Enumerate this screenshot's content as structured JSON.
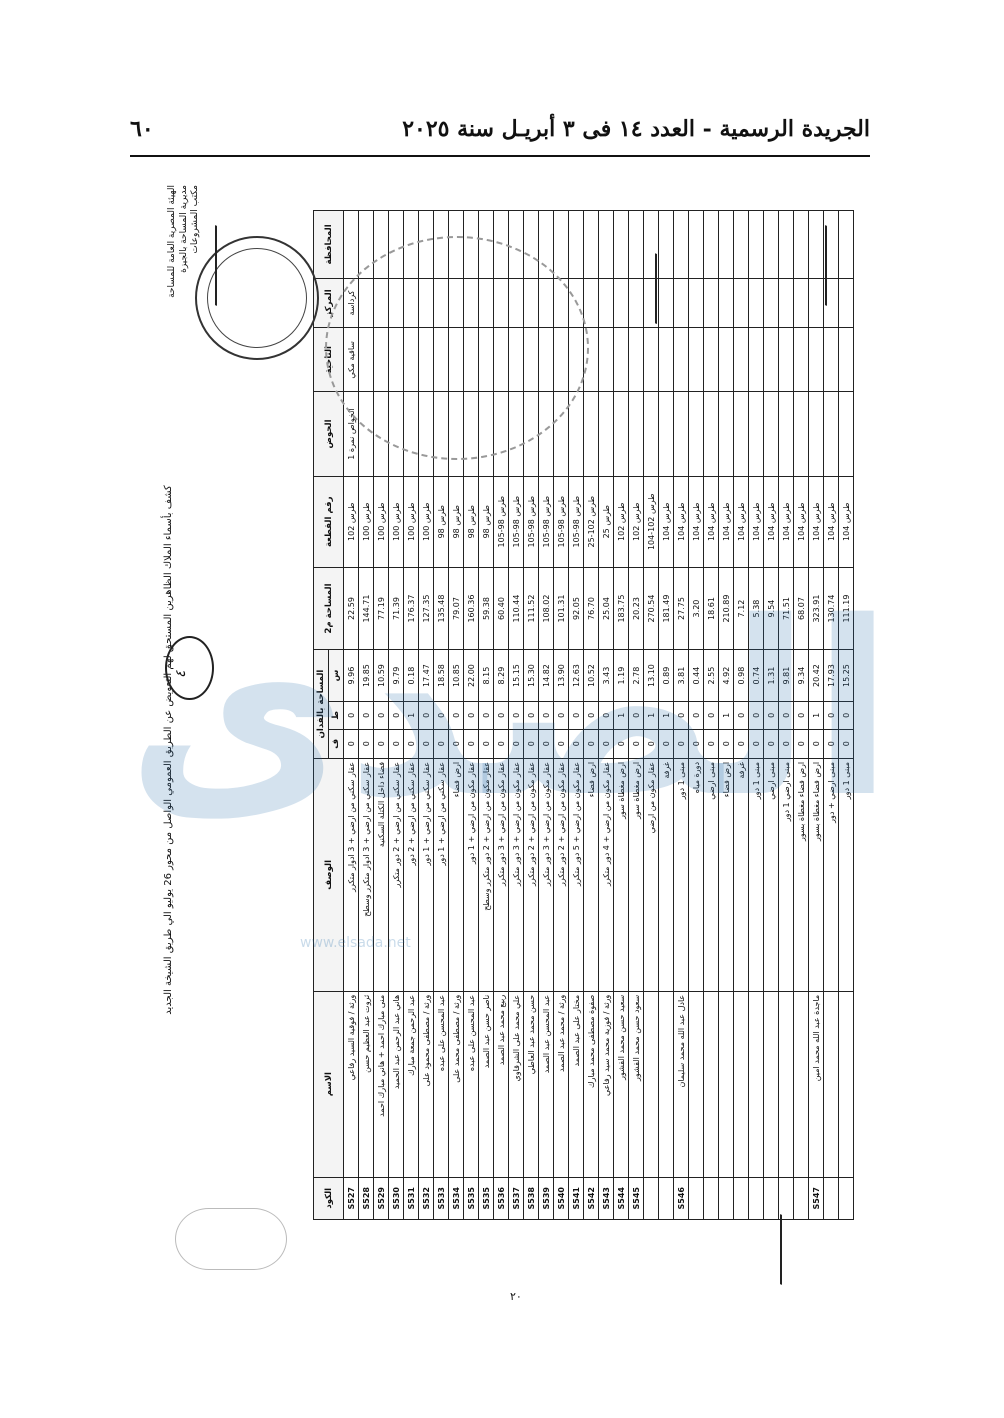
{
  "page_header": {
    "page_number": "٦٠",
    "title": "الجريدة الرسمية - العدد ١٤ فى ٣ أبريـل سنة ٢٠٢٥"
  },
  "sheet": {
    "title": "كشف بأسماء الملاك الظاهرين المستحق لهم التعويض عن الطريق العمومي الواصل من محور 26 يوليو الي طريق الشيخة الجديد",
    "authority": [
      "الهيئة المصرية العامة للمساحة",
      "مديرية المساحة بالجيزة",
      "مكتب المشروعات"
    ],
    "handwritten_number": "٤"
  },
  "table": {
    "headers": {
      "governorate": "المحافظة",
      "markaz": "المركز",
      "village": "الناحية",
      "basin": "الحوض",
      "plot": "رقم القطعة",
      "area_m2": "المساحة م2",
      "area_feddan_header": "المساحة بالفدان",
      "sahm": "س",
      "qirat": "ط",
      "feddan": "ف",
      "description": "الوصف",
      "name": "الاسم",
      "code": "الكود"
    },
    "location": {
      "markaz": "كرداسة",
      "village": "ساقية مكي",
      "basin": "الخواص نمرة 1"
    },
    "rows": [
      {
        "code": "S527",
        "name": "ورثة / فوقية السيد رفاعي",
        "description": "عقار سكني من ارضي + 3 ادوار متكرر",
        "plot": "طرس 102",
        "area": "22.59",
        "sahm": "9.96",
        "qirat": "0",
        "feddan": "0"
      },
      {
        "code": "S528",
        "name": "ثروت عبد العظيم حسن",
        "description": "عقار سكني من ارضي + 3 ادوار متكرر وسطح",
        "plot": "طرس 100",
        "area": "144.71",
        "sahm": "19.85",
        "qirat": "0",
        "feddan": "0"
      },
      {
        "code": "S529",
        "name": "منى مبارك احمد + هاني مبارك احمد",
        "description": "فضاء داخل الكتلة السكنية",
        "plot": "طرس 100",
        "area": "77.19",
        "sahm": "10.59",
        "qirat": "0",
        "feddan": "0"
      },
      {
        "code": "S530",
        "name": "هاني عبد الرحمن عبد الحميد",
        "description": "عقار سكني من ارضي + 2 دور متكرر",
        "plot": "طرس 100",
        "area": "71.39",
        "sahm": "9.79",
        "qirat": "0",
        "feddan": "0"
      },
      {
        "code": "S531",
        "name": "عبد الرحمن جمعة مبارك",
        "description": "عقار سكني من ارضي + 2 دور",
        "plot": "طرس 100",
        "area": "176.37",
        "sahm": "0.18",
        "qirat": "1",
        "feddan": "0"
      },
      {
        "code": "S532",
        "name": "ورثة / مصطفى محمود على",
        "description": "عقار سكني من ارضي + 1 دور",
        "plot": "طرس 100",
        "area": "127.35",
        "sahm": "17.47",
        "qirat": "0",
        "feddan": "0"
      },
      {
        "code": "S533",
        "name": "عبد المحسن على عبده",
        "description": "عقار سكني من ارضي + 1 دور",
        "plot": "طرس 98",
        "area": "135.48",
        "sahm": "18.58",
        "qirat": "0",
        "feddan": "0"
      },
      {
        "code": "S534",
        "name": "ورثة / مصطفى محمد على",
        "description": "ارض فضاء",
        "plot": "طرس 98",
        "area": "79.07",
        "sahm": "10.85",
        "qirat": "0",
        "feddan": "0"
      },
      {
        "code": "S535",
        "name": "عبد المحسن على عبده",
        "description": "عقار مكون من ارضي + 1 دور",
        "plot": "طرس 98",
        "area": "160.36",
        "sahm": "22.00",
        "qirat": "0",
        "feddan": "0"
      },
      {
        "code": "S535",
        "name": "ناصر حسن عبد الصمد",
        "description": "عقار مكون من ارضي + 2 دور متكرر وسطح",
        "plot": "طرس 98",
        "area": "59.38",
        "sahm": "8.15",
        "qirat": "0",
        "feddan": "0"
      },
      {
        "code": "S536",
        "name": "ربيع محمد عبد الصمد",
        "description": "عقار مكون من ارضي + 3 دور متكرر",
        "plot": "طرس 98-105",
        "area": "60.40",
        "sahm": "8.29",
        "qirat": "0",
        "feddan": "0"
      },
      {
        "code": "S537",
        "name": "علي محمد على الشرقاوي",
        "description": "عقار مكون من ارضي + 3 دور متكرر",
        "plot": "طرس 98-105",
        "area": "110.44",
        "sahm": "15.15",
        "qirat": "0",
        "feddan": "0"
      },
      {
        "code": "S538",
        "name": "حسن محمد عبد العاطي",
        "description": "عقار مكون من ارضي + 2 دور متكرر",
        "plot": "طرس 98-105",
        "area": "111.52",
        "sahm": "15.30",
        "qirat": "0",
        "feddan": "0"
      },
      {
        "code": "S539",
        "name": "عبد المحسن عبد الصمد",
        "description": "عقار مكون من ارضي + 3 دور متكرر",
        "plot": "طرس 98-105",
        "area": "108.02",
        "sahm": "14.82",
        "qirat": "0",
        "feddan": "0"
      },
      {
        "code": "S540",
        "name": "ورثة / محمد عبد الصمد",
        "description": "عقار مكون من ارضي + 2 دور متكرر",
        "plot": "طرس 98-105",
        "area": "101.31",
        "sahm": "13.90",
        "qirat": "0",
        "feddan": "0"
      },
      {
        "code": "S541",
        "name": "مختار على عبد الصمد",
        "description": "عقار مكون من ارضي + 5 دور متكرر",
        "plot": "طرس 98-105",
        "area": "92.05",
        "sahm": "12.63",
        "qirat": "0",
        "feddan": "0"
      },
      {
        "code": "S542",
        "name": "صفوة مصطفى محمد مبارك",
        "description": "ارض فضاء",
        "plot": "طرس 102-25",
        "area": "76.70",
        "sahm": "10.52",
        "qirat": "0",
        "feddan": "0"
      },
      {
        "code": "S543",
        "name": "ورثة / فوزية محمد سيد رفاعي",
        "description": "عقار مكون من ارضي + 4 دور متكرر",
        "plot": "طرس 25",
        "area": "25.04",
        "sahm": "3.43",
        "qirat": "0",
        "feddan": "0"
      },
      {
        "code": "S544",
        "name": "سعيد حسن محمد القشور",
        "description": "ارض مغطاة سور",
        "plot": "طرس 102",
        "area": "183.75",
        "sahm": "1.19",
        "qirat": "1",
        "feddan": "0"
      },
      {
        "code": "S545",
        "name": "سعود حسن محمد القشور",
        "description": "ارض مغطاة سور",
        "plot": "طرس 102",
        "area": "20.23",
        "sahm": "2.78",
        "qirat": "0",
        "feddan": "0"
      },
      {
        "code": "",
        "name": "",
        "description": "عقار مكون من ارضي",
        "plot": "طرس 102-104",
        "area": "270.54",
        "sahm": "13.10",
        "qirat": "1",
        "feddan": "0"
      },
      {
        "code": "",
        "name": "",
        "description": "غرفة",
        "plot": "طرس 104",
        "area": "181.49",
        "sahm": "0.89",
        "qirat": "1",
        "feddan": "0"
      },
      {
        "code": "S546",
        "name": "عادل عبد الله محمد سليمان",
        "description": "مبنى 1 دور",
        "plot": "طرس 104",
        "area": "27.75",
        "sahm": "3.81",
        "qirat": "0",
        "feddan": "0"
      },
      {
        "code": "",
        "name": "",
        "description": "دورة مياه",
        "plot": "طرس 104",
        "area": "3.20",
        "sahm": "0.44",
        "qirat": "0",
        "feddan": "0"
      },
      {
        "code": "",
        "name": "",
        "description": "مبنى ارضي",
        "plot": "طرس 104",
        "area": "18.61",
        "sahm": "2.55",
        "qirat": "0",
        "feddan": "0"
      },
      {
        "code": "",
        "name": "",
        "description": "ارض فضاء",
        "plot": "طرس 104",
        "area": "210.89",
        "sahm": "4.92",
        "qirat": "1",
        "feddan": "0"
      },
      {
        "code": "",
        "name": "",
        "description": "غرفة",
        "plot": "طرس 104",
        "area": "7.12",
        "sahm": "0.98",
        "qirat": "0",
        "feddan": "0"
      },
      {
        "code": "",
        "name": "",
        "description": "مبنى 1 دور",
        "plot": "طرس 104",
        "area": "5.38",
        "sahm": "0.74",
        "qirat": "0",
        "feddan": "0"
      },
      {
        "code": "",
        "name": "",
        "description": "مبنى ارضي",
        "plot": "طرس 104",
        "area": "9.54",
        "sahm": "1.31",
        "qirat": "0",
        "feddan": "0"
      },
      {
        "code": "",
        "name": "",
        "description": "مبنى ارضي 1 دور",
        "plot": "طرس 104",
        "area": "71.51",
        "sahm": "9.81",
        "qirat": "0",
        "feddan": "0"
      },
      {
        "code": "",
        "name": "",
        "description": "ارض فضاء مغطاة بسور",
        "plot": "طرس 104",
        "area": "68.07",
        "sahm": "9.34",
        "qirat": "0",
        "feddan": "0"
      },
      {
        "code": "S547",
        "name": "ماجدة عبد الله محمد امين",
        "description": "ارض فضاء مغطاة بسور",
        "plot": "طرس 104",
        "area": "323.91",
        "sahm": "20.42",
        "qirat": "1",
        "feddan": "0"
      },
      {
        "code": "",
        "name": "",
        "description": "مبنى ارضي + دور",
        "plot": "طرس 104",
        "area": "130.74",
        "sahm": "17.93",
        "qirat": "0",
        "feddan": "0"
      },
      {
        "code": "",
        "name": "",
        "description": "مبنى 1 دور",
        "plot": "طرس 104",
        "area": "111.19",
        "sahm": "15.25",
        "qirat": "0",
        "feddan": "0"
      }
    ]
  },
  "watermark": {
    "text": "الصدى",
    "url": "www.elsada.net"
  },
  "footer_mark": "٢٠"
}
